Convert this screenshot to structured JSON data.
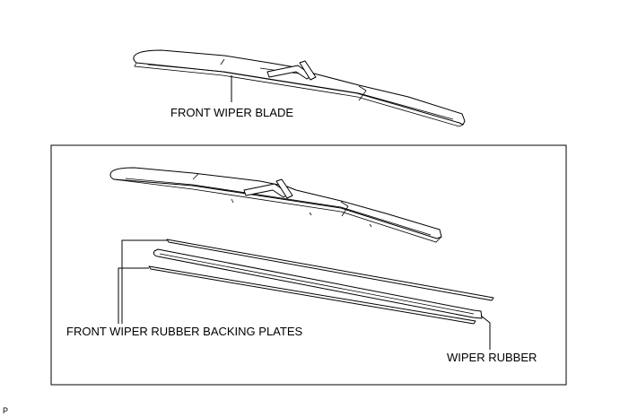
{
  "labels": {
    "front_wiper_blade": "FRONT WIPER BLADE",
    "backing_plates": "FRONT WIPER RUBBER BACKING PLATES",
    "wiper_rubber": "WIPER RUBBER",
    "figure_code": "P"
  },
  "colors": {
    "line": "#000000",
    "background": "#ffffff"
  }
}
